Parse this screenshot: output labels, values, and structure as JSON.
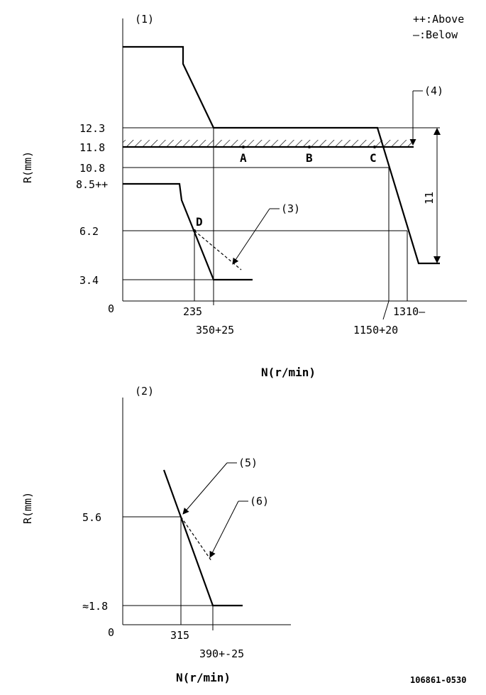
{
  "legend": {
    "above": "++:Above",
    "below": "—:Below"
  },
  "diagram1": {
    "label": "(1)",
    "y_axis_label": "R(mm)",
    "x_axis_label": "N(r/min)",
    "y_ticks": [
      "12.3",
      "11.8",
      "10.8",
      "8.5++",
      "6.2",
      "3.4",
      "0"
    ],
    "x_ticks": [
      "235",
      "350+25",
      "1150+20",
      "1310—"
    ],
    "points": [
      "A",
      "B",
      "C",
      "D"
    ],
    "callouts": [
      "(3)",
      "(4)"
    ],
    "dimension": "11"
  },
  "diagram2": {
    "label": "(2)",
    "y_axis_label": "R(mm)",
    "x_axis_label": "N(r/min)",
    "y_ticks": [
      "5.6",
      "≈1.8",
      "0"
    ],
    "x_ticks": [
      "315",
      "390+-25"
    ],
    "callouts": [
      "(5)",
      "(6)"
    ]
  },
  "doc_code": "106861-0530"
}
